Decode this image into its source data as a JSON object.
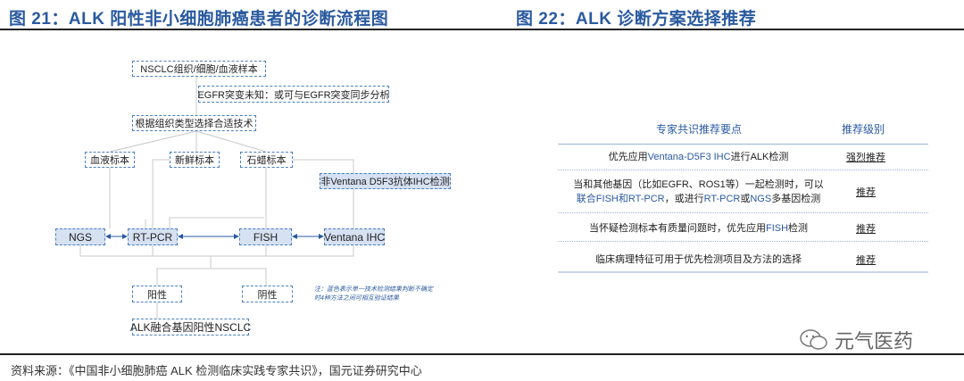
{
  "titles": {
    "left": "图 21：ALK 阳性非小细胞肺癌患者的诊断流程图",
    "right": "图 22：ALK 诊断方案选择推荐"
  },
  "flow": {
    "sample": "NSCLC组织/细胞/血液样本",
    "egfr": "EGFR突变未知：或可与EGFR突变同步分析",
    "choose": "根据组织类型选择合适技术",
    "blood": "血液标本",
    "fresh": "新鲜标本",
    "paraffin": "石蜡标本",
    "non_ventana": "非Ventana D5F3抗体IHC检测",
    "ngs": "NGS",
    "rtpcr": "RT-PCR",
    "fish": "FISH",
    "ventana": "Ventana IHC",
    "positive": "阳性",
    "negative": "阴性",
    "result": "ALK融合基因阳性NSCLC",
    "note1": "注：蓝色表示单一技术检测结果判断不确定",
    "note2": "时4种方法之间可相互验证结果"
  },
  "table": {
    "headers": [
      "专家共识推荐要点",
      "推荐级别"
    ],
    "rows": [
      {
        "parts": [
          [
            "优先应用",
            ""
          ],
          [
            "Ventana-D5F3 IHC",
            "b"
          ],
          [
            "进行",
            ""
          ],
          [
            "ALK",
            "k"
          ],
          [
            "检测",
            ""
          ]
        ],
        "level": "强烈推荐"
      },
      {
        "line1": "当和其他基因（比如EGFR、ROS1等）一起检测时，可以",
        "line2": [
          [
            "联合FISH和RT-PCR",
            "b"
          ],
          [
            "，或进行",
            ""
          ],
          [
            "RT-PCR",
            "b"
          ],
          [
            "或",
            ""
          ],
          [
            "NGS",
            "b"
          ],
          [
            "多基因检测",
            ""
          ]
        ],
        "level": "推荐"
      },
      {
        "parts": [
          [
            "当怀疑检测标本有质量问题时，优先应用",
            ""
          ],
          [
            "FISH",
            "b"
          ],
          [
            "检测",
            ""
          ]
        ],
        "level": "推荐"
      },
      {
        "parts": [
          [
            "临床病理特征可用于优先检测项目及方法的选择",
            ""
          ]
        ],
        "level": "推荐"
      }
    ]
  },
  "source": "资料来源：《中国非小细胞肺癌 ALK 检测临床实践专家共识》，国元证券研究中心",
  "watermark": "元气医药",
  "colors": {
    "accent": "#2a5aa0",
    "fill": "#d6e1f2"
  }
}
